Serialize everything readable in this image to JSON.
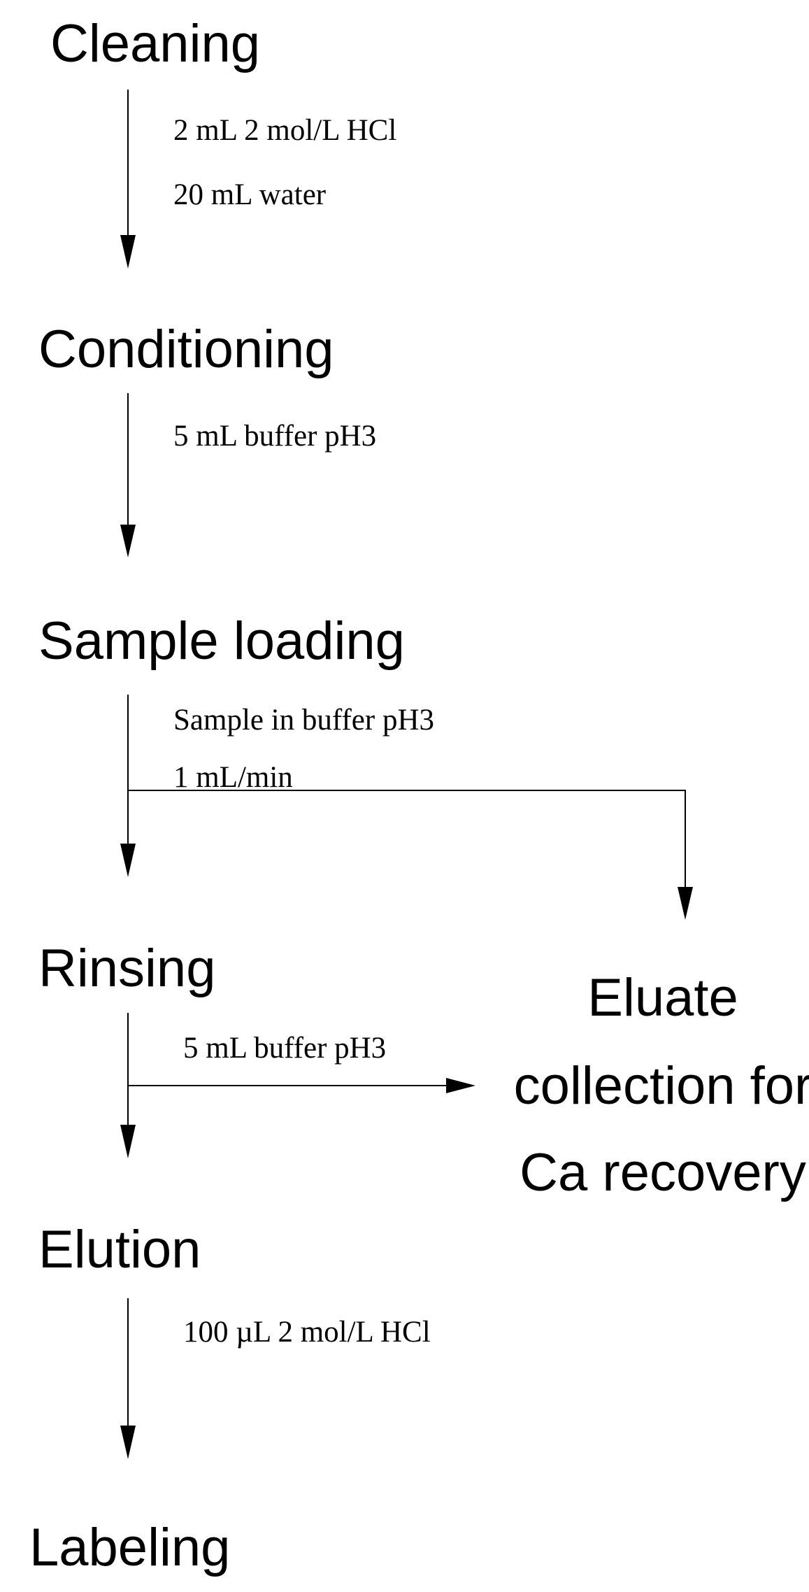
{
  "steps": {
    "cleaning": "Cleaning",
    "conditioning": "Conditioning",
    "sample_loading": "Sample loading",
    "rinsing": "Rinsing",
    "elution": "Elution",
    "labeling": "Labeling"
  },
  "notes": {
    "cleaning_1": "2 mL 2 mol/L HCl",
    "cleaning_2": "20 mL water",
    "conditioning_1": "5 mL buffer pH3",
    "loading_1": "Sample in buffer pH3",
    "loading_2": "1 mL/min",
    "rinsing_1": "5 mL buffer pH3",
    "elution_1": "100 µL 2 mol/L HCl"
  },
  "eluate": {
    "line1": "Eluate",
    "line2": "collection for",
    "line3": "Ca recovery"
  }
}
